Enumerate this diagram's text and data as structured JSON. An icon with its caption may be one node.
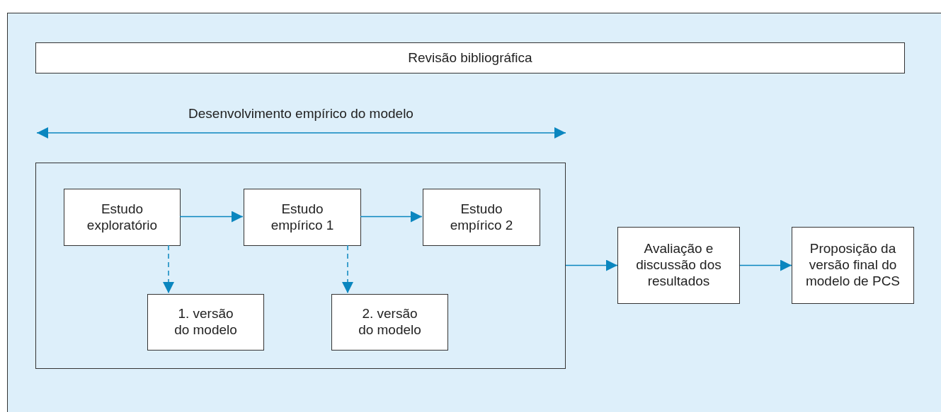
{
  "diagram": {
    "nodes": [
      {
        "text": [
          "Revisão bibliográfica"
        ]
      },
      {
        "text": [],
        "shape": "box"
      },
      {
        "text": [
          "Estudo exploratório"
        ],
        "in": 1
      },
      {
        "text": [
          "Estudo empírico 1"
        ],
        "in": 1
      },
      {
        "text": [
          "Estudo empírico 2"
        ],
        "in": 1
      },
      {
        "text": [
          "1. versão do modelo"
        ],
        "in": 1
      },
      {
        "text": [
          "2. versão do modelo"
        ],
        "in": 1
      },
      {
        "text": [
          "Avaliação e discussão dos resultados"
        ]
      },
      {
        "text": [
          "Proposição da versão final do modelo de PCS"
        ]
      }
    ],
    "edges": [
      {
        "from": 2,
        "to": 3,
        "arrow": "to"
      },
      {
        "from": 3,
        "to": 4,
        "arrow": "to"
      },
      {
        "from": 2,
        "to": 5,
        "arrow": "to",
        "style": "dashed"
      },
      {
        "from": 3,
        "to": 6,
        "arrow": "to",
        "style": "dashed"
      },
      {
        "from": 1,
        "to": 7,
        "arrow": "to"
      },
      {
        "from": 7,
        "to": 8,
        "arrow": "to"
      }
    ],
    "labels": [
      "Desenvolvimento empírico do modelo"
    ]
  }
}
